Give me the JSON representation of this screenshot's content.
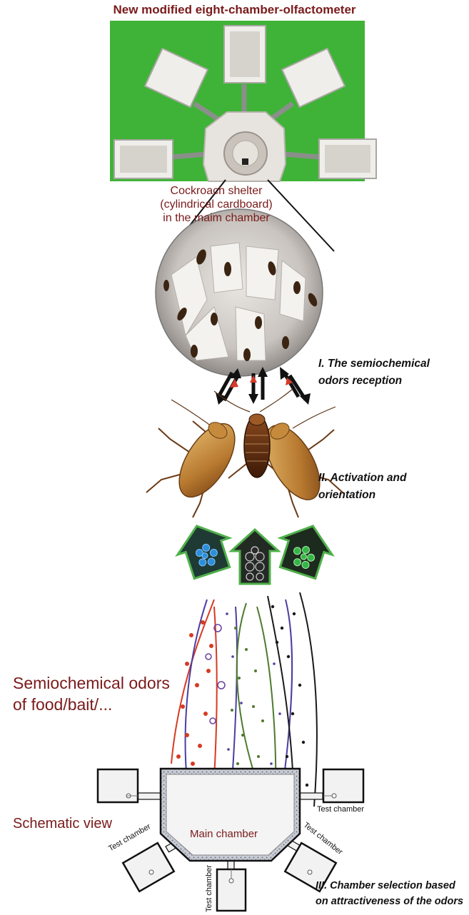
{
  "header": {
    "title": "New modified eight-chamber-olfactometer"
  },
  "shelter_label": [
    "Cockroach shelter",
    "(cylindrical cardboard)",
    "in the maim chamber"
  ],
  "stages": {
    "stage1": [
      "I. The semiochemical",
      "odors reception"
    ],
    "stage2": [
      "II. Activation and",
      "orientation"
    ],
    "stage3": [
      "III. Chamber selection based",
      "on attractiveness of the odors"
    ]
  },
  "odors_label": [
    "Semiochemical odors",
    "of food/bait/..."
  ],
  "schematic": {
    "title": "Schematic view",
    "main_chamber": "Main chamber",
    "test_chamber": "Test chamber"
  },
  "colors": {
    "label_dark_red": "#7a1a1a",
    "photo_background_green": "#3fb337",
    "odor_red": "#d63a22",
    "odor_purple": "#4a3fa0",
    "odor_green": "#4f7a2e",
    "odor_black": "#1a1a1a",
    "molecule_blue": "#2e8ed8",
    "molecule_black": "#2a2a2a",
    "molecule_green": "#36b548"
  }
}
